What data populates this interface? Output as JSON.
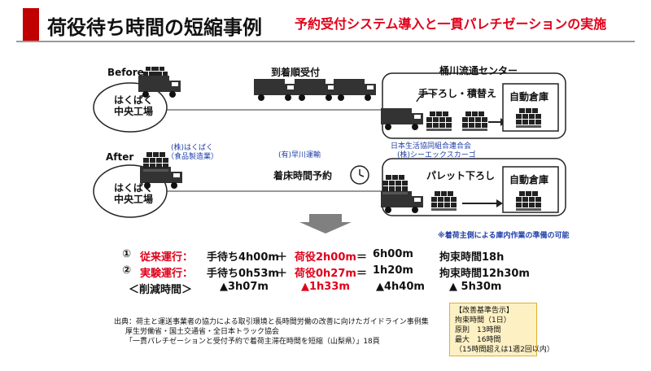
{
  "header": {
    "title": "荷役待ち時間の短縮事例",
    "subtitle": "予約受付システム導入と一貫パレチゼーションの実施"
  },
  "diagram": {
    "before_label": "Before",
    "after_label": "After",
    "factory_line1": "はくばく",
    "factory_line2": "中央工場",
    "arrival_order": "到着順受付",
    "center_name": "桶川流通センター",
    "manual_unload": "手下ろし・積替え",
    "auto_warehouse": "自動倉庫",
    "shipper": "(株)はくばく（食品製造業）",
    "shipper_line1": "(株)はくばく",
    "shipper_line2": "（食品製造業）",
    "carrier": "(有)早川運輸",
    "receiver_line1": "日本生活協同組合連合会",
    "receiver_line2": "(株)シーエックスカーゴ",
    "berth_reservation": "着床時間予約",
    "pallet_unload": "パレット下ろし",
    "note": "※着荷主側による庫内作業の準備の可能"
  },
  "results": {
    "row1": {
      "num": "①",
      "label": "従来運行：",
      "wait": "手待ち4h00m",
      "plus": "＋",
      "handling": "荷役2h00m",
      "eq": "＝",
      "total": "6h00m",
      "bind": "拘束時間18h"
    },
    "row2": {
      "num": "②",
      "label": "実験運行：",
      "wait": "手待ち0h53m",
      "plus": "＋",
      "handling": "荷役0h27m",
      "eq": "＝",
      "total": "1h20m",
      "bind": "拘束時間12h30m"
    },
    "row3": {
      "label": "＜削減時間＞",
      "wait": "▲3h07m",
      "handling": "▲1h33m",
      "total": "▲4h40m",
      "bind": "▲ 5h30m"
    }
  },
  "source": {
    "line1": "出典：荷主と運送事業者の協力による取引環境と長時間労働の改善に向けたガイドライン事例集",
    "line2": "厚生労働省・国土交通省・全日本トラック協会",
    "line3": "「一貫パレチゼーションと受付予約で着荷主滞在時間を短縮（山梨県）」18頁"
  },
  "notice": {
    "title": "【改善基準告示】",
    "l1": "拘束時間（1日）",
    "l2": "原則　13時間",
    "l3": "最大　16時間",
    "l4": "（15時間超えは1週2回以内）"
  },
  "colors": {
    "accent_red": "#e0001a",
    "title_bar": "#c00000",
    "blue_text": "#1f3fa8",
    "notice_bg": "#fdf1c4"
  }
}
